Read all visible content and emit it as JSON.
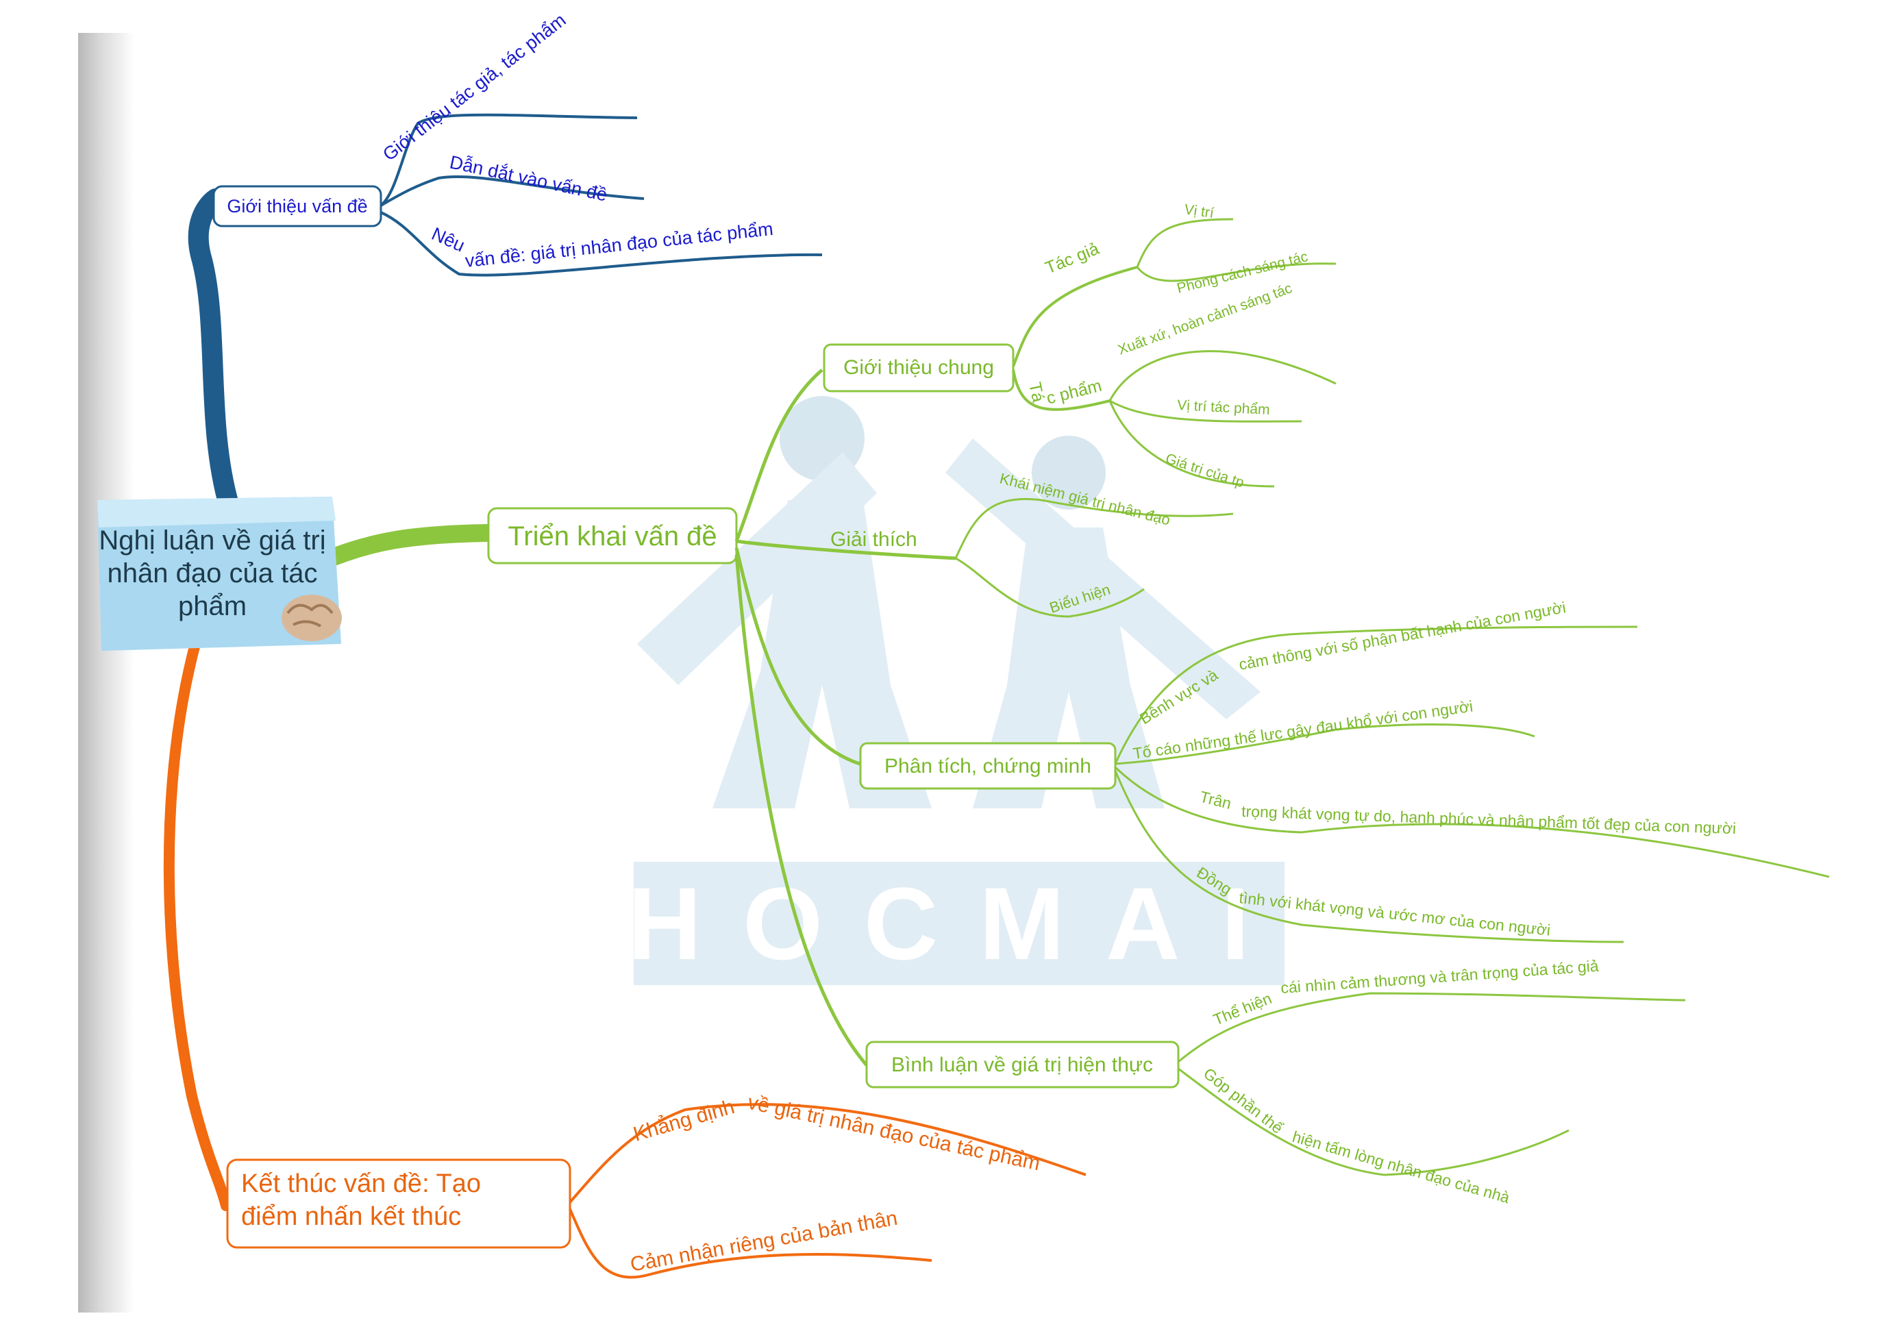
{
  "watermark": {
    "text": "HOCMAI",
    "color": "#9fc4d9"
  },
  "colors": {
    "blue": "#1f5c8c",
    "blue_text": "#1a1acc",
    "green": "#8cc63f",
    "green_text": "#7ab82a",
    "orange": "#f26b11",
    "orange_text": "#e8650f"
  },
  "central": {
    "lines": [
      "Nghị luận về giá trị",
      "nhân đạo của tác",
      "phẩm"
    ]
  },
  "branches": {
    "intro": {
      "label": "Giới thiệu vấn đề",
      "children": [
        "Giới thiệu tác giả, tác phẩm",
        "Dẫn dắt vào vấn đề",
        "Nêu vấn đề: giá trị nhân đạo của tác phẩm"
      ]
    },
    "body": {
      "label": "Triển khai vấn đề",
      "general": {
        "label": "Giới thiệu chung",
        "author": {
          "label": "Tác giả",
          "children": [
            "Vị trí",
            "Phong cách sáng tác"
          ]
        },
        "work": {
          "label": "Tác phẩm",
          "children": [
            "Xuất xứ, hoàn cảnh sáng tác",
            "Vị trí tác phẩm",
            "Giá trị của tp"
          ]
        }
      },
      "explain": {
        "label": "Giải thích",
        "children": [
          "Khái niệm giá trị nhân đạo",
          "Biểu hiện"
        ]
      },
      "analysis": {
        "label": "Phân tích, chứng minh",
        "children": [
          "Bênh vực và cảm thông với số phận bất hạnh của con người",
          "Tố cáo những thế lực gây đau khổ với con người",
          "Trân trọng khát vọng tự do, hạnh phúc và nhân phẩm tốt đẹp của con người",
          "Đồng tình với khát vọng và ước mơ của con người"
        ]
      },
      "comment": {
        "label": "Bình luận về giá trị hiện thực",
        "children": [
          "Thể hiện cái nhìn cảm thương và trân trọng của tác giả",
          "Góp phần thể hiện tấm lòng nhân đạo của nhà"
        ]
      }
    },
    "conclusion": {
      "lines": [
        "Kết thúc vấn đề: Tạo",
        "điểm nhấn kết thúc"
      ],
      "children": [
        "Khẳng định về giá trị nhân đạo của tác phẩm",
        "Cảm nhận riêng của bản thân"
      ]
    }
  }
}
